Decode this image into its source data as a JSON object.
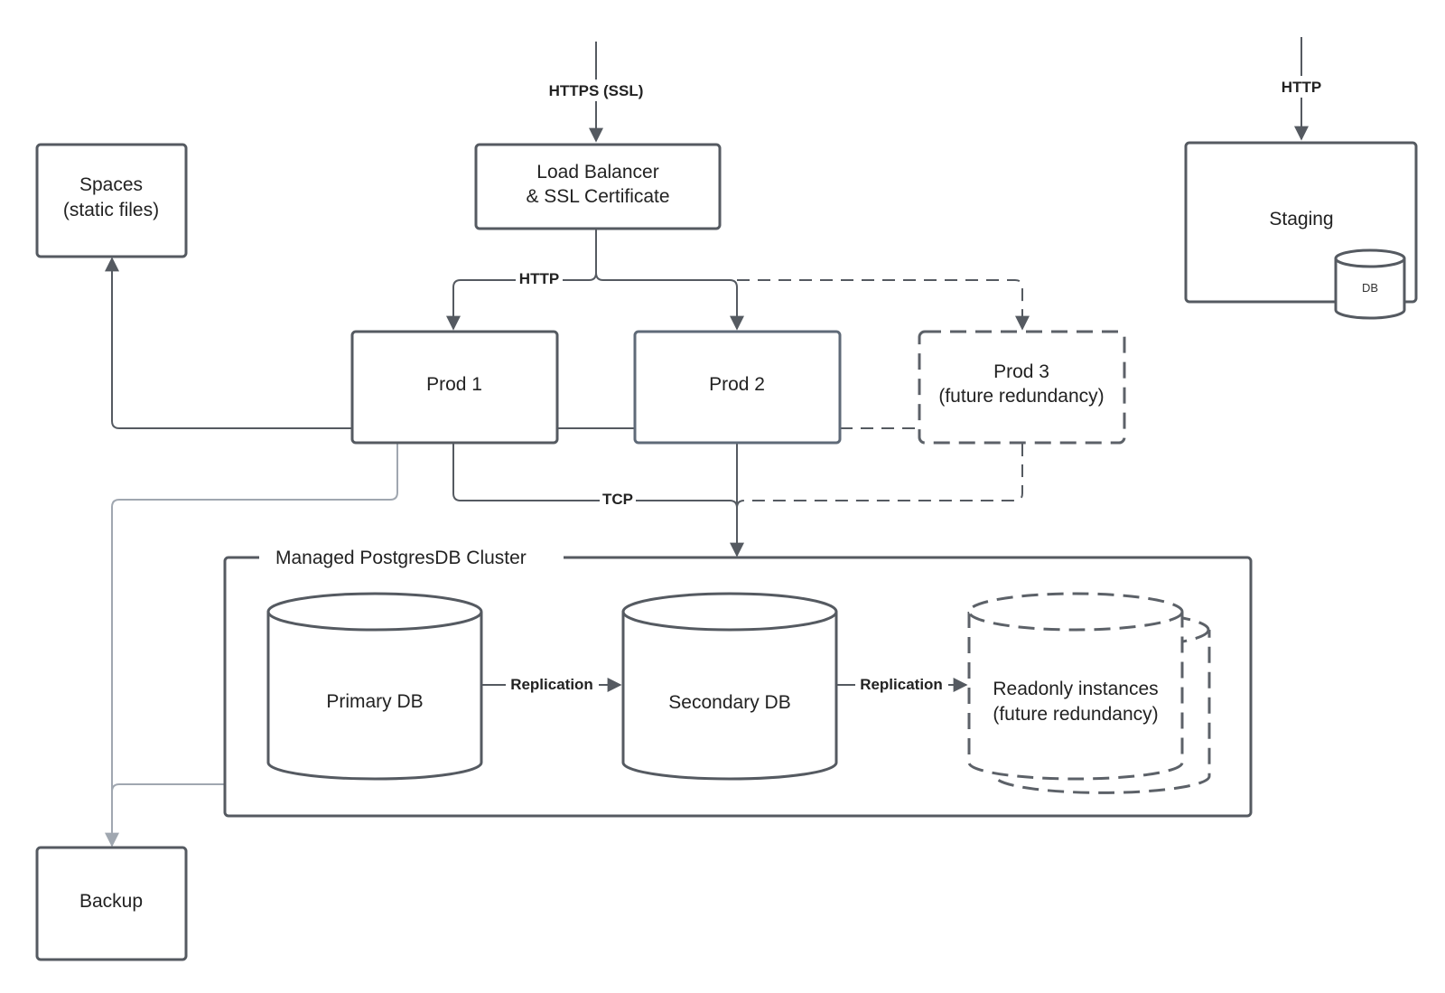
{
  "edges": {
    "https_ssl": "HTTPS (SSL)",
    "http_staging": "HTTP",
    "http_lb": "HTTP",
    "tcp": "TCP",
    "replication_1": "Replication",
    "replication_2": "Replication"
  },
  "nodes": {
    "spaces": {
      "line1": "Spaces",
      "line2": "(static files)"
    },
    "load_balancer": {
      "line1": "Load Balancer",
      "line2": "& SSL Certificate"
    },
    "staging": {
      "label": "Staging",
      "db_label": "DB"
    },
    "prod1": {
      "label": "Prod 1"
    },
    "prod2": {
      "label": "Prod 2"
    },
    "prod3": {
      "line1": "Prod 3",
      "line2": "(future redundancy)"
    },
    "cluster": {
      "title": "Managed PostgresDB Cluster"
    },
    "primary_db": {
      "label": "Primary DB"
    },
    "secondary_db": {
      "label": "Secondary DB"
    },
    "readonly": {
      "line1": "Readonly instances",
      "line2": "(future redundancy)"
    },
    "backup": {
      "label": "Backup"
    }
  },
  "colors": {
    "stroke": "#555a61",
    "backup_link": "#a0a7b0",
    "text": "#222222"
  }
}
